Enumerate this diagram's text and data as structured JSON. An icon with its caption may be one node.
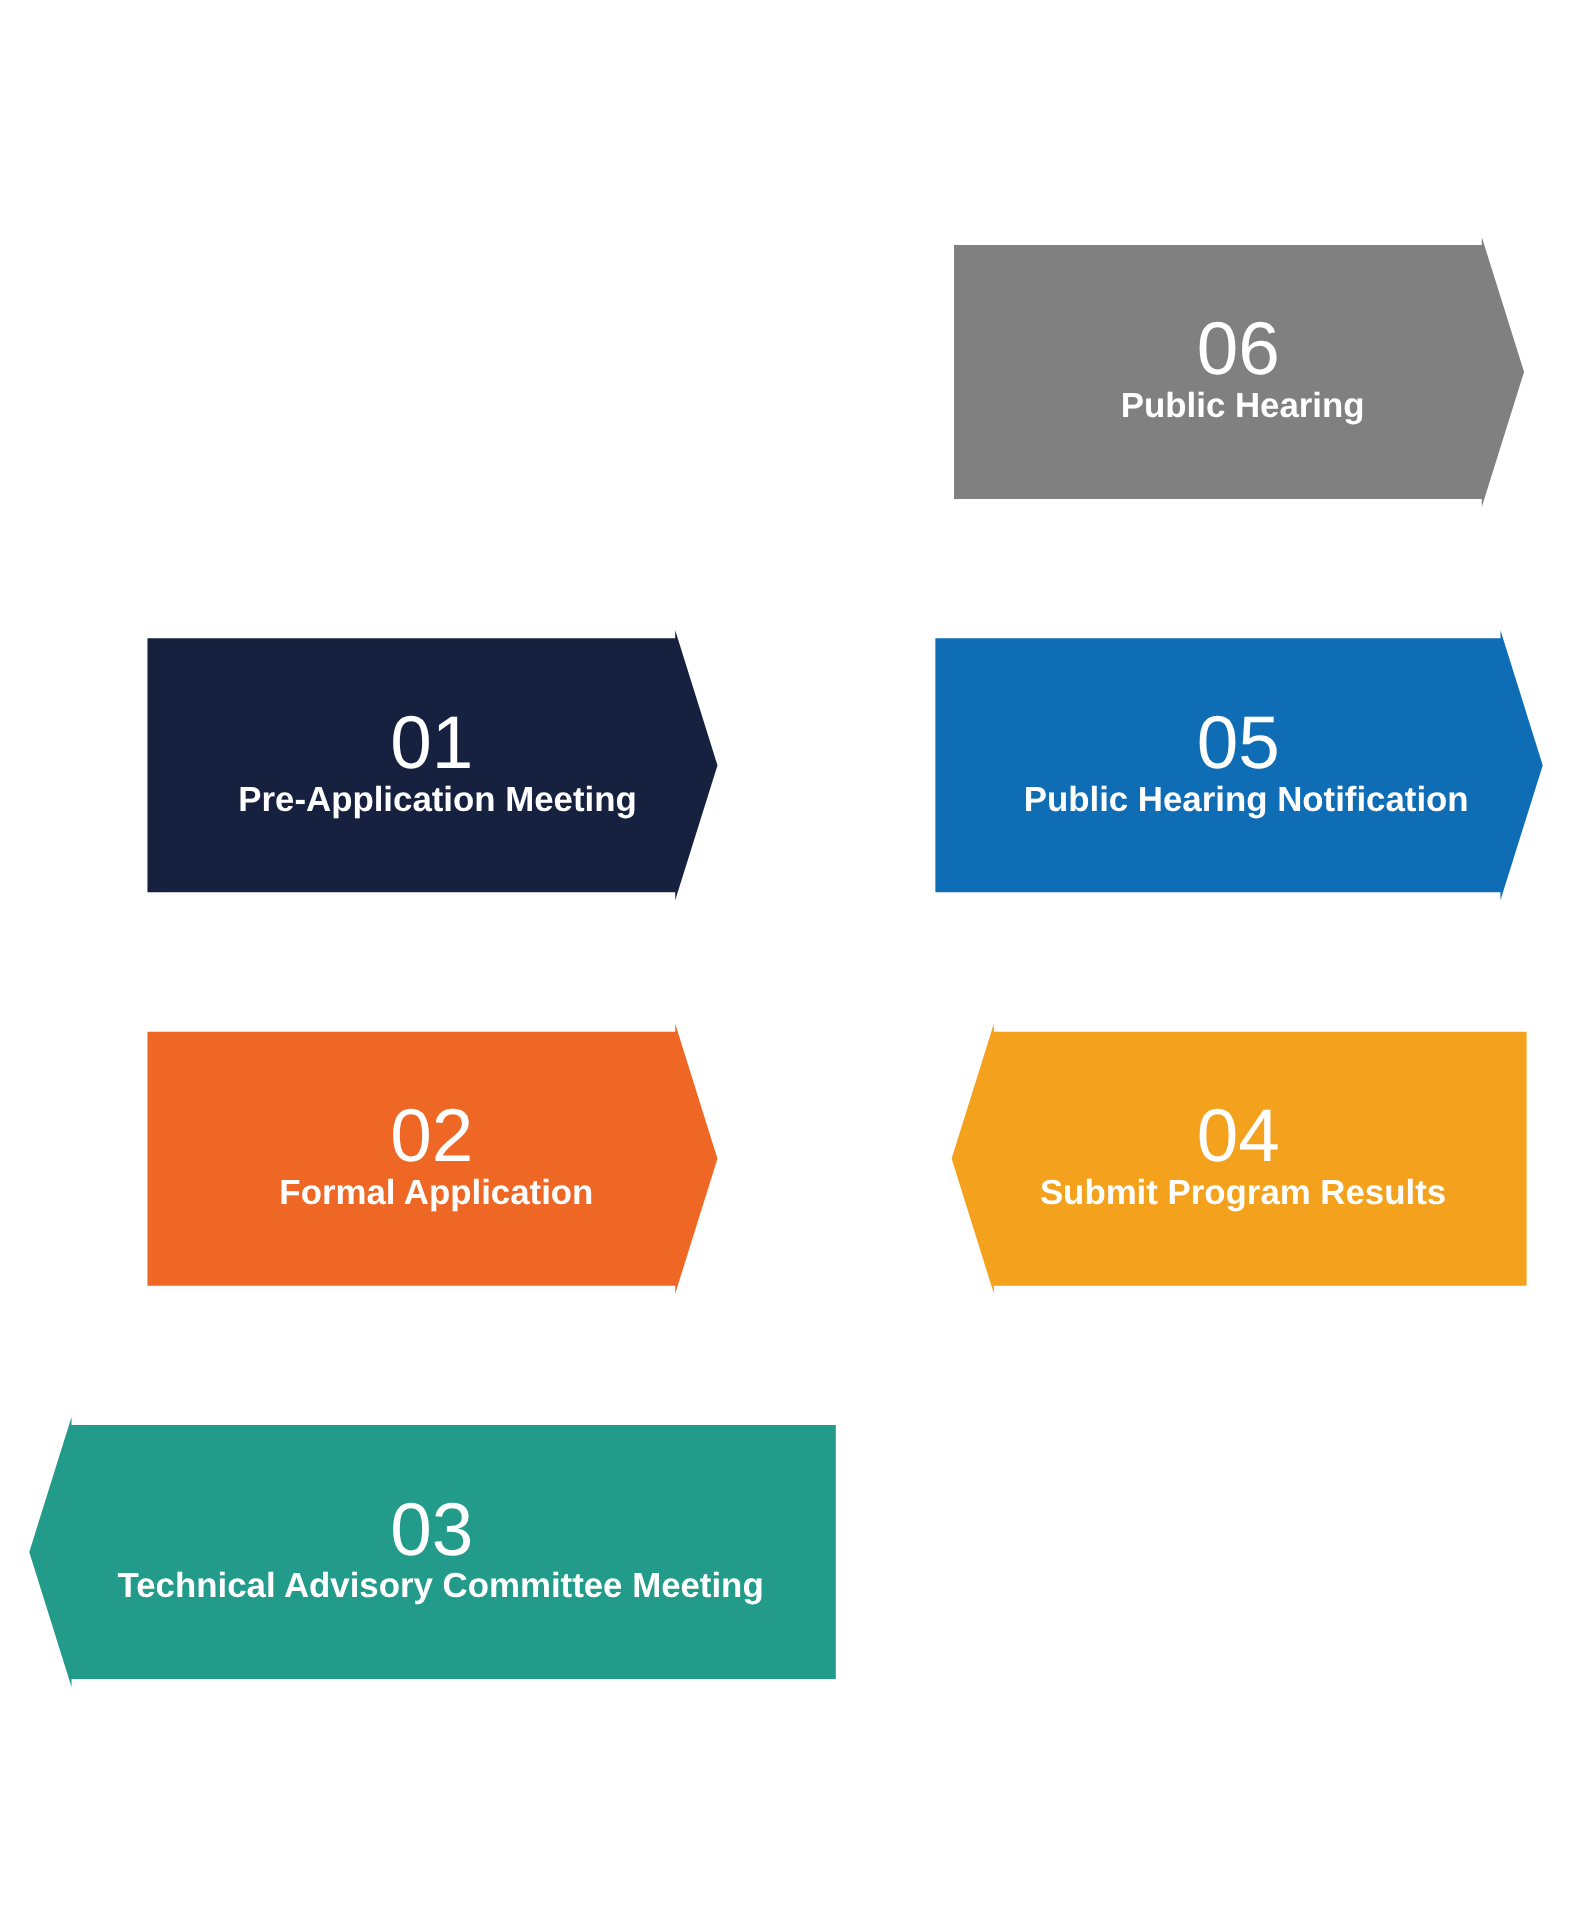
{
  "diagram": {
    "nodes": [
      {
        "text": [
          "01",
          "Pre-Application Meeting"
        ]
      },
      {
        "text": [
          "02",
          "Formal Application"
        ]
      },
      {
        "text": [
          "03",
          "Technical Advisory Committee Meeting"
        ]
      },
      {
        "text": [
          "04",
          "Submit Program Results"
        ]
      },
      {
        "text": [
          "05",
          "Public Hearing Notification"
        ]
      },
      {
        "text": [
          "06",
          "Public Hearing"
        ]
      }
    ],
    "edges": []
  }
}
